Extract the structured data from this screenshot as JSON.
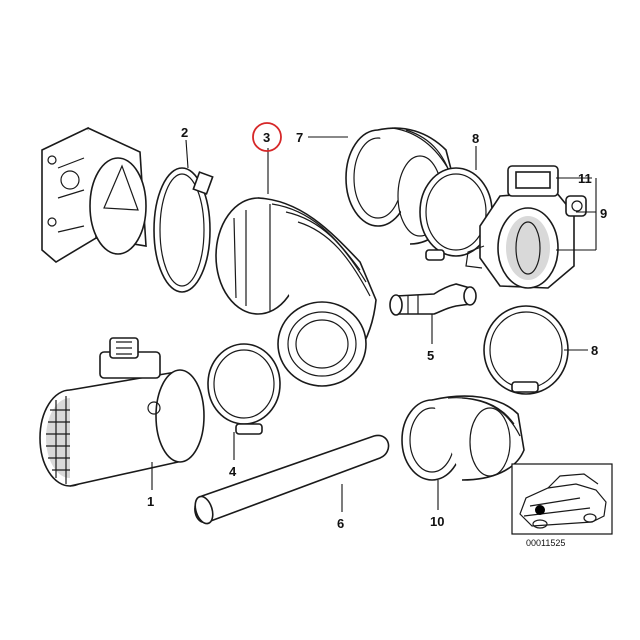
{
  "diagram": {
    "callouts": {
      "c1": "1",
      "c2": "2",
      "c3": "3",
      "c4": "4",
      "c5": "5",
      "c6": "6",
      "c7": "7",
      "c8a": "8",
      "c8b": "8",
      "c9": "9",
      "c10": "10",
      "c11": "11"
    },
    "highlight_color": "#d62728",
    "reference_code": "00011525"
  }
}
